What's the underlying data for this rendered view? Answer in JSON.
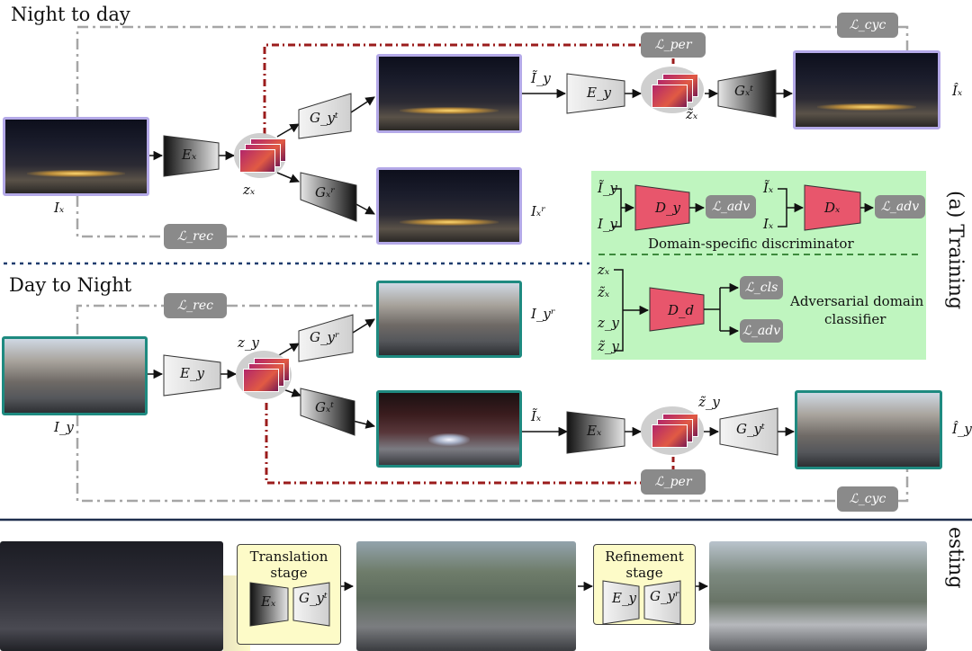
{
  "titles": {
    "night_to_day": "Night to day",
    "day_to_night": "Day to Night"
  },
  "side": {
    "training": "(a) Training",
    "testing": "esting"
  },
  "labels": {
    "Ix": "Iₓ",
    "Iy": "I_y",
    "Ixr": "Iₓʳ",
    "Iyr": "I_yʳ",
    "Iy_tilde": "Ĩ_y",
    "Ix_tilde": "Ĩₓ",
    "Ix_hat": "Îₓ",
    "Iy_hat": "Î_y",
    "zx": "zₓ",
    "zy": "z_y",
    "zx_tilde": "z̃ₓ",
    "zy_tilde": "z̃_y"
  },
  "blocks": {
    "Ex": "Eₓ",
    "Ey": "E_y",
    "Gyt": "G_yᵗ",
    "Gyr": "G_yʳ",
    "Gxt": "Gₓᵗ",
    "Gxr": "Gₓʳ",
    "Dy": "D_y",
    "Dx": "Dₓ",
    "Dd": "D_d"
  },
  "losses": {
    "cyc": "ℒ_cyc",
    "per": "ℒ_per",
    "rec": "ℒ_rec",
    "adv": "ℒ_adv",
    "cls": "ℒ_cls"
  },
  "discriminator": {
    "inputs_y": [
      "Ĩ_y",
      "I_y"
    ],
    "inputs_x": [
      "Ĩₓ",
      "Iₓ"
    ],
    "caption": "Domain-specific discriminator"
  },
  "classifier": {
    "inputs": [
      "zₓ",
      "z̃ₓ",
      "z_y",
      "z̃_y"
    ],
    "caption_line1": "Adversarial domain",
    "caption_line2": "classifier"
  },
  "testing": {
    "stage1_line1": "Translation",
    "stage1_line2": "stage",
    "stage2_line1": "Refinement",
    "stage2_line2": "stage"
  },
  "colors": {
    "night_border": "#b4a9e8",
    "day_border": "#1e8a80",
    "discriminator_red": "#e8566c",
    "perceptual_dash": "#9b1c1c",
    "panel_green": "#bff5bf",
    "loss_gray": "#8a8a8a",
    "stage_yellow": "#fdfbc8"
  }
}
